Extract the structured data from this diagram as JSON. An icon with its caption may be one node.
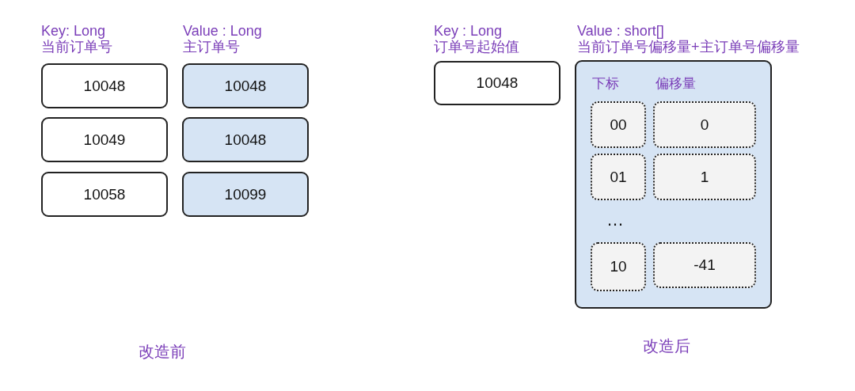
{
  "diagram": {
    "nodes": [
      {
        "text": [
          "10048"
        ]
      },
      {
        "text": [
          "10048"
        ]
      },
      {
        "text": [
          "10049"
        ]
      },
      {
        "text": [
          "10048"
        ]
      },
      {
        "text": [
          "10058"
        ]
      },
      {
        "text": [
          "10099"
        ]
      },
      {
        "text": [
          "10048"
        ]
      },
      {
        "text": [
          "下标",
          "偏移量"
        ]
      },
      {
        "text": [
          "00"
        ],
        "in": 7
      },
      {
        "text": [
          "0"
        ],
        "in": 7
      },
      {
        "text": [
          "01"
        ],
        "in": 7
      },
      {
        "text": [
          "1"
        ],
        "in": 7
      },
      {
        "text": [
          "10"
        ],
        "in": 7
      },
      {
        "text": [
          "-41"
        ],
        "in": 7
      }
    ],
    "edges": [],
    "labels": [
      "Key: Long",
      "当前订单号",
      "Value :  Long",
      "主订单号",
      "Key : Long",
      "订单号起始值",
      "Value : short[]",
      "当前订单号偏移量+主订单号偏移量",
      "…",
      "改造前",
      "改造后"
    ]
  }
}
